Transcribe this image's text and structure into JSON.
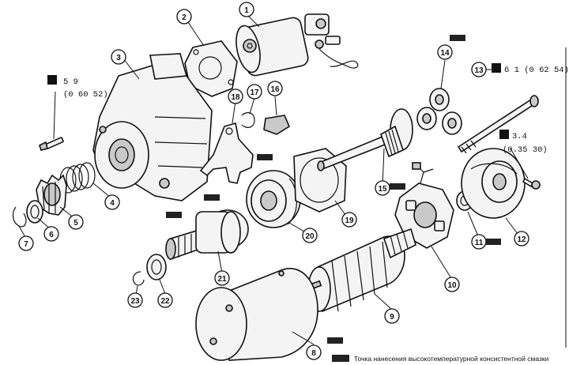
{
  "diagram": {
    "parts": [
      {
        "id": "1",
        "label": "1"
      },
      {
        "id": "2",
        "label": "2"
      },
      {
        "id": "3",
        "label": "3"
      },
      {
        "id": "4",
        "label": "4"
      },
      {
        "id": "5",
        "label": "5"
      },
      {
        "id": "6",
        "label": "6"
      },
      {
        "id": "7",
        "label": "7"
      },
      {
        "id": "8",
        "label": "8"
      },
      {
        "id": "9",
        "label": "9"
      },
      {
        "id": "10",
        "label": "10"
      },
      {
        "id": "11",
        "label": "11"
      },
      {
        "id": "12",
        "label": "12"
      },
      {
        "id": "13",
        "label": "13"
      },
      {
        "id": "14",
        "label": "14"
      },
      {
        "id": "15",
        "label": "15"
      },
      {
        "id": "16",
        "label": "16"
      },
      {
        "id": "17",
        "label": "17"
      },
      {
        "id": "18",
        "label": "18"
      },
      {
        "id": "19",
        "label": "19"
      },
      {
        "id": "20",
        "label": "20"
      },
      {
        "id": "21",
        "label": "21"
      },
      {
        "id": "22",
        "label": "22"
      },
      {
        "id": "23",
        "label": "23"
      }
    ],
    "torque": {
      "left_line1": "5 9",
      "left_line2": "(0 60 52)",
      "top_right": "6 1 (0 62 54)",
      "right_line1": "3.4",
      "right_line2": "(0.35 30)"
    },
    "legend": "Точка нанесения высокотемпературной консистентной смазки",
    "colors": {
      "ink": "#111111",
      "paper": "#ffffff",
      "fill": "#f4f4f4"
    }
  }
}
